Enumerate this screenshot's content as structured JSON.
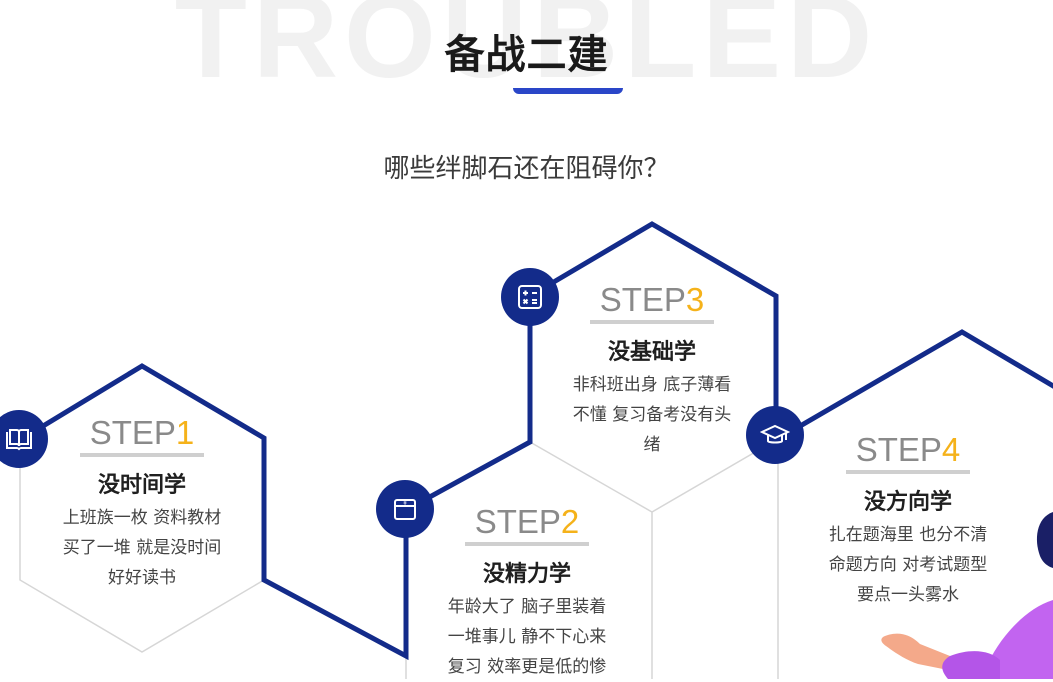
{
  "background_word": "TROUBLED",
  "title": "备战二建",
  "subtitle": "哪些绊脚石还在阻碍你？",
  "colors": {
    "navy": "#132b8a",
    "accent_blue": "#2a46c8",
    "step_number": "#f5b21a",
    "step_text": "#8a8a8a"
  },
  "steps": [
    {
      "prefix": "STEP",
      "number": "1",
      "heading": "没时间学",
      "lines": [
        "上班族一枚 资料教材",
        "买了一堆 就是没时间",
        "好好读书"
      ],
      "icon": "book-icon"
    },
    {
      "prefix": "STEP",
      "number": "2",
      "heading": "没精力学",
      "lines": [
        "年龄大了 脑子里装着",
        "一堆事儿 静不下心来",
        "复习 效率更是低的惨"
      ],
      "icon": "wallet-icon"
    },
    {
      "prefix": "STEP",
      "number": "3",
      "heading": "没基础学",
      "lines": [
        "非科班出身 底子薄看",
        "不懂 复习备考没有头",
        "绪"
      ],
      "icon": "calculator-icon"
    },
    {
      "prefix": "STEP",
      "number": "4",
      "heading": "没方向学",
      "lines": [
        "扎在题海里 也分不清",
        "命题方向 对考试题型",
        "要点一头雾水"
      ],
      "icon": "graduation-cap-icon"
    }
  ]
}
